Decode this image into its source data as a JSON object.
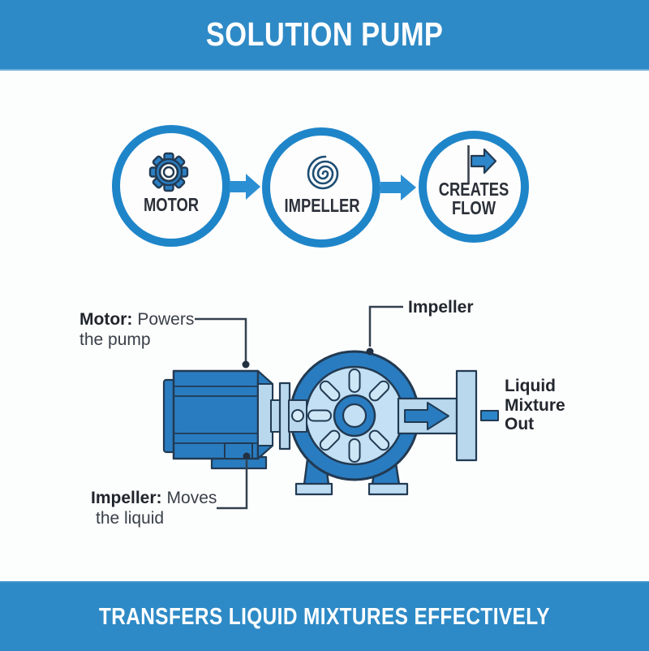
{
  "header": {
    "title": "SOLUTION PUMP"
  },
  "flow_steps": [
    {
      "label": "MOTOR",
      "icon": "gear-icon"
    },
    {
      "label": "IMPELLER",
      "icon": "spiral-icon"
    },
    {
      "label_line1": "CREATES",
      "label_line2": "FLOW",
      "icon": "flow-arrow-icon"
    }
  ],
  "diagram": {
    "motor_label": {
      "term": "Motor:",
      "desc": "Powers",
      "desc_line2": "the pump"
    },
    "impeller_pointer_label": "Impeller",
    "impeller_label": {
      "term": "Impeller:",
      "desc": "Moves",
      "desc_line2": "the liquid"
    },
    "output_label": {
      "line1": "Liquid",
      "line2": "Mixture",
      "line3": "Out"
    }
  },
  "footer": {
    "title": "TRANSFERS LIQUID MIXTURES EFFECTIVELY"
  },
  "colors": {
    "banner_blue": "#2e8ac6",
    "circle_ring_blue": "#1f85c9",
    "flow_arrow_blue": "#2b8fd3",
    "pump_blue": "#2a7cc0",
    "pump_light_blue": "#b9d8ee",
    "outline_navy": "#223a52",
    "label_text_dark": "#23282f",
    "banner_text_white": "#ffffff"
  }
}
